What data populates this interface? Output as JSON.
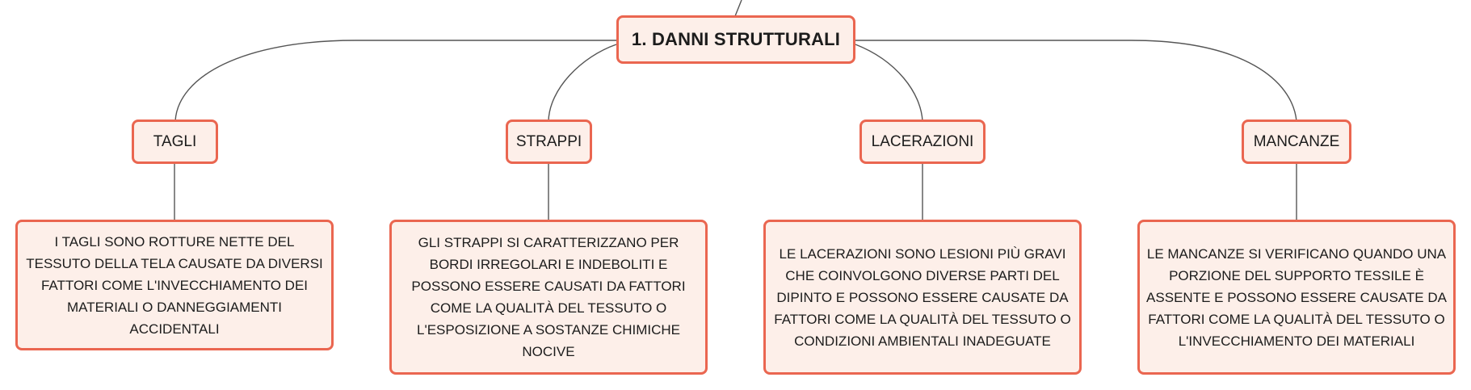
{
  "root": {
    "label": "1. DANNI STRUTTURALI"
  },
  "topics": [
    {
      "label": "TAGLI",
      "description": "I TAGLI SONO ROTTURE NETTE DEL TESSUTO DELLA TELA CAUSATE DA DIVERSI FATTORI COME L'INVECCHIAMENTO DEI MATERIALI O DANNEGGIAMENTI ACCIDENTALI"
    },
    {
      "label": "STRAPPI",
      "description": "GLI STRAPPI SI CARATTERIZZANO PER BORDI IRREGOLARI E INDEBOLITI E POSSONO ESSERE CAUSATI DA FATTORI COME LA QUALITÀ DEL TESSUTO O L'ESPOSIZIONE A SOSTANZE CHIMICHE NOCIVE"
    },
    {
      "label": "LACERAZIONI",
      "description": "LE LACERAZIONI SONO LESIONI PIÙ GRAVI CHE COINVOLGONO DIVERSE PARTI DEL DIPINTO E POSSONO ESSERE CAUSATE DA FATTORI COME LA QUALITÀ DEL TESSUTO O CONDIZIONI AMBIENTALI INADEGUATE"
    },
    {
      "label": "MANCANZE",
      "description": "LE MANCANZE SI VERIFICANO QUANDO UNA PORZIONE DEL SUPPORTO TESSILE È ASSENTE E POSSONO ESSERE CAUSATE DA FATTORI COME LA QUALITÀ DEL TESSUTO O L'INVECCHIAMENTO DEI MATERIALI"
    }
  ],
  "colors": {
    "node_border": "#ea6650",
    "node_fill": "#fdefe9",
    "connector": "#555555"
  }
}
